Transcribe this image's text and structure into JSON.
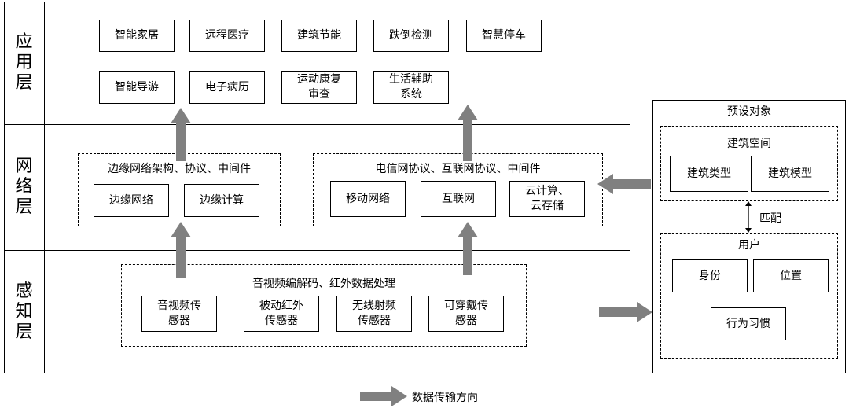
{
  "layers": {
    "application": "应\n用\n层",
    "network": "网\n络\n层",
    "perception": "感\n知\n层"
  },
  "application_boxes": [
    "智能家居",
    "远程医疗",
    "建筑节能",
    "跌倒检测",
    "智慧停车",
    "智能导游",
    "电子病历",
    "运动康复\n审查",
    "生活辅助\n系统"
  ],
  "edge_group": {
    "title": "边缘网络架构、协议、中间件",
    "items": [
      "边缘网络",
      "边缘计算"
    ]
  },
  "telecom_group": {
    "title": "电信网协议、互联网协议、中间件",
    "items": [
      "移动网络",
      "互联网",
      "云计算、\n云存储"
    ]
  },
  "sensor_group": {
    "title": "音视频编解码、红外数据处理",
    "items": [
      "音视频传\n感器",
      "被动红外\n传感器",
      "无线射频\n传感器",
      "可穿戴传\n感器"
    ]
  },
  "preset": {
    "title": "预设对象",
    "building_space": {
      "title": "建筑空间",
      "items": [
        "建筑类型",
        "建筑模型"
      ]
    },
    "match_label": "匹配",
    "user": {
      "title": "用户",
      "items": [
        "身份",
        "位置",
        "行为习惯"
      ]
    }
  },
  "legend": {
    "label": "数据传输方向"
  },
  "colors": {
    "arrow": "#808080",
    "line": "#000000"
  }
}
